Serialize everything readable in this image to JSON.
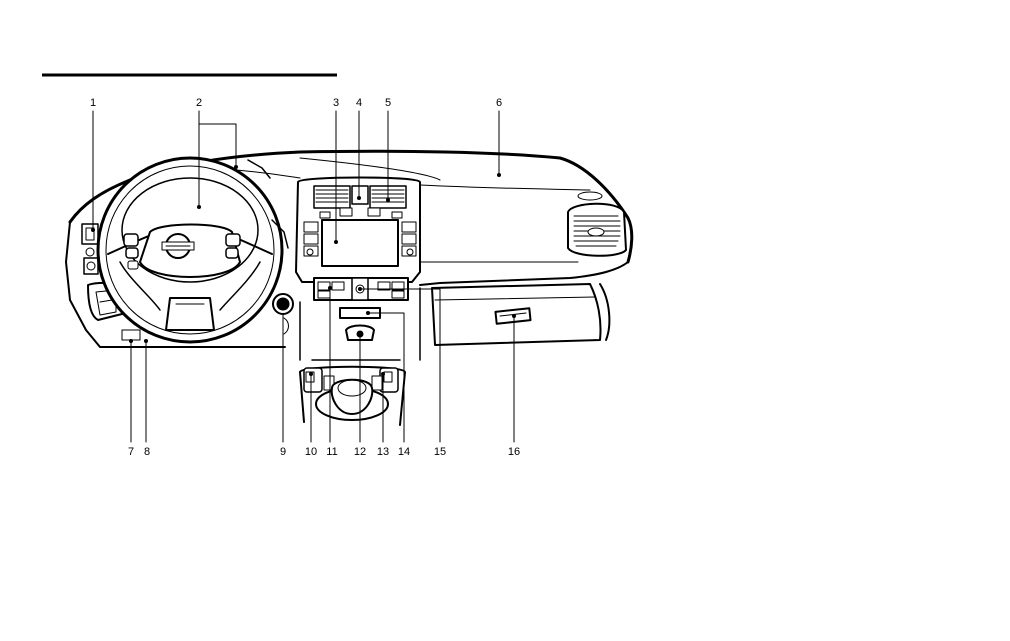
{
  "callouts": {
    "top": [
      "1",
      "2",
      "3",
      "4",
      "5",
      "6"
    ],
    "bottom": [
      "7",
      "8",
      "9",
      "10",
      "11",
      "12",
      "13",
      "14",
      "15",
      "16"
    ]
  }
}
